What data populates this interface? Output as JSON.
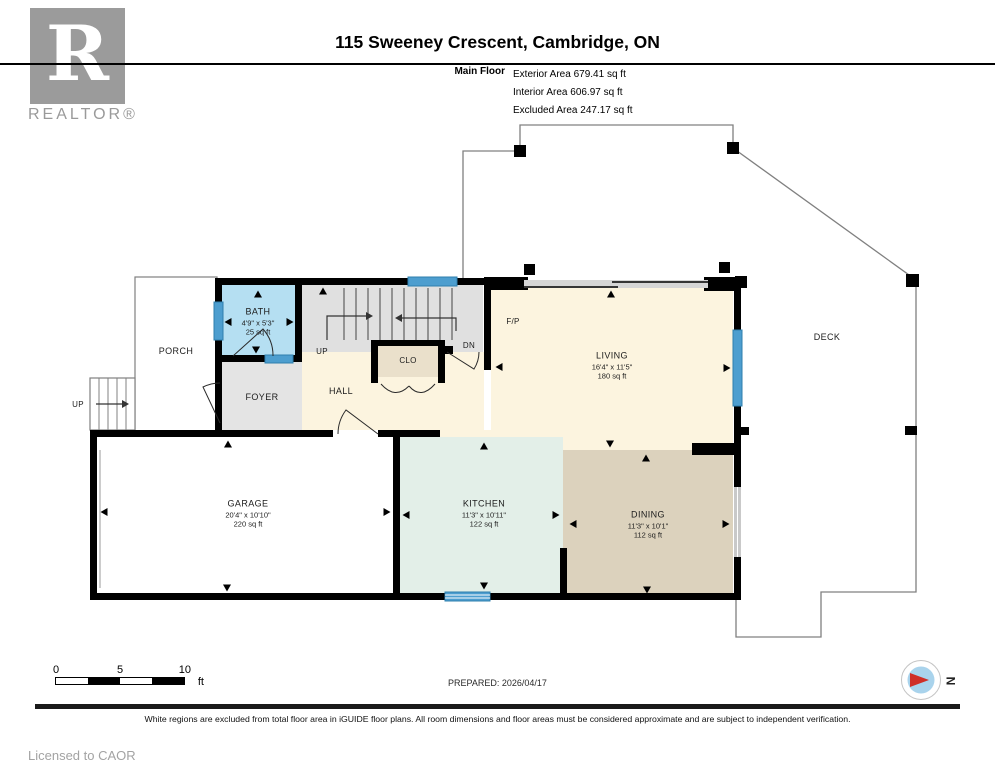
{
  "header": {
    "logo_letter": "R",
    "logo_brand": "REALTOR®",
    "title": "115 Sweeney Crescent, Cambridge, ON",
    "floor_label": "Main Floor",
    "area_lines": [
      "Exterior Area 679.41 sq ft",
      "Interior Area 606.97 sq ft",
      "Excluded Area 247.17 sq ft"
    ]
  },
  "rooms": {
    "porch": {
      "name": "PORCH"
    },
    "bath": {
      "name": "BATH",
      "dims": "4'9\" x 5'3\"",
      "area": "25 sq ft"
    },
    "foyer": {
      "name": "FOYER"
    },
    "hall": {
      "name": "HALL"
    },
    "stairs_up": {
      "name": "UP"
    },
    "stairs_up_exterior": {
      "name": "UP"
    },
    "stairs_dn": {
      "name": "DN"
    },
    "closet": {
      "name": "CLO"
    },
    "fireplace": {
      "name": "F/P"
    },
    "living": {
      "name": "LIVING",
      "dims": "16'4\" x 11'5\"",
      "area": "180 sq ft"
    },
    "garage": {
      "name": "GARAGE",
      "dims": "20'4\" x 10'10\"",
      "area": "220 sq ft"
    },
    "kitchen": {
      "name": "KITCHEN",
      "dims": "11'3\" x 10'11\"",
      "area": "122 sq ft"
    },
    "dining": {
      "name": "DINING",
      "dims": "11'3\" x 10'1\"",
      "area": "112 sq ft"
    },
    "deck": {
      "name": "DECK"
    }
  },
  "scale_bar": {
    "ticks": [
      "0",
      "5",
      "10"
    ],
    "unit": "ft"
  },
  "compass": {
    "north_label": "N"
  },
  "footer": {
    "prepared": "PREPARED: 2026/04/17",
    "disclaimer": "White regions are excluded from total floor area in iGUIDE floor plans. All room dimensions and floor areas must be considered approximate and are subject to independent verification.",
    "license": "Licensed to CAOR"
  },
  "colors": {
    "wall": "#000000",
    "window_glass": "#4d9ecf",
    "bath_fill": "#b5dff2",
    "interior_fill": "#fcf4df",
    "kitchen_fill": "#e3efe8",
    "dining_fill": "#dcd2bd",
    "closet_fill": "#eae0cb",
    "stair_fill": "#e0e0e0",
    "foyer_fill": "#e4e4e4",
    "thin_outline": "#808080",
    "compass_red": "#cf2e27",
    "logo_gray": "#9b9b9b"
  }
}
